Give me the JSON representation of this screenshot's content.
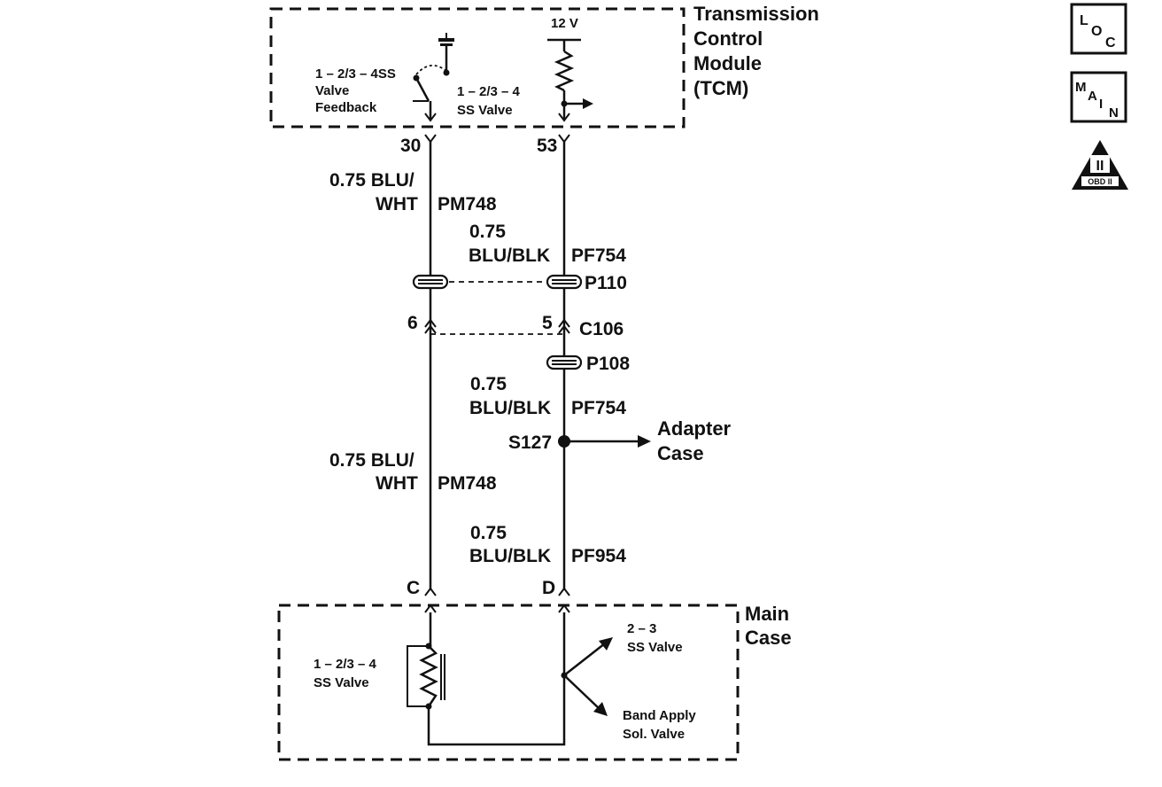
{
  "tcm": {
    "label_lines": [
      "Transmission",
      "Control",
      "Module",
      "(TCM)"
    ],
    "supply_voltage": "12 V",
    "feedback_switch_lines": [
      "1 – 2/3 – 4SS",
      "Valve",
      "Feedback"
    ],
    "valve_driver_lines": [
      "1 – 2/3 – 4",
      "SS Valve"
    ]
  },
  "pins": {
    "tcm_left": "30",
    "tcm_right": "53",
    "c106_left": "6",
    "c106_right": "5",
    "main_left": "C",
    "main_right": "D"
  },
  "wires": {
    "left_upper": [
      "0.75 BLU/",
      "WHT",
      "PM748"
    ],
    "right_upper": [
      "0.75",
      "BLU/BLK",
      "PF754"
    ],
    "right_middle": [
      "0.75",
      "BLU/BLK",
      "PF754"
    ],
    "left_lower": [
      "0.75 BLU/",
      "WHT",
      "PM748"
    ],
    "right_lower": [
      "0.75",
      "BLU/BLK",
      "PF954"
    ]
  },
  "connectors": {
    "pass_through_upper": "P110",
    "inline_connector": "C106",
    "pass_through_lower": "P108",
    "splice": "S127"
  },
  "destinations": {
    "adapter_case_lines": [
      "Adapter",
      "Case"
    ],
    "ss_23_lines": [
      "2 – 3",
      "SS Valve"
    ],
    "band_apply_lines": [
      "Band Apply",
      "Sol. Valve"
    ]
  },
  "main_case": {
    "label_lines": [
      "Main",
      "Case"
    ],
    "solenoid_lines": [
      "1 – 2/3 – 4",
      "SS Valve"
    ]
  },
  "icons": {
    "loc_letters": [
      "L",
      "O",
      "C"
    ],
    "main_letters": [
      "M",
      "A",
      "I",
      "N"
    ],
    "obd_roman": "II",
    "obd_text": "OBD II"
  }
}
